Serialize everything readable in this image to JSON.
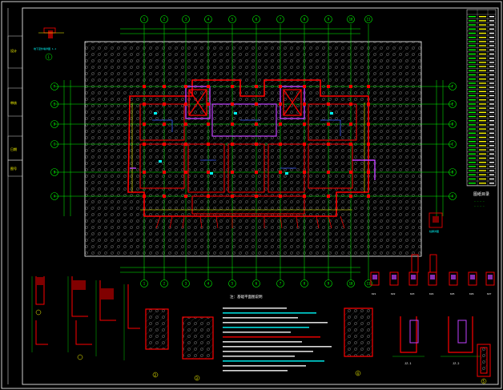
{
  "drawing": {
    "background": "#000000",
    "colors": {
      "frame": "#e0e0e0",
      "grid": "#00ff00",
      "wall": "#ff0000",
      "column": "#ff0000",
      "dim": "#00ff00",
      "hatch": "#8a8a8a",
      "purple": "#c040ff",
      "yellow": "#ffff00",
      "cyan": "#00ffff",
      "blue": "#3a5cff",
      "white": "#ffffff"
    },
    "axis_top": [
      "1",
      "2",
      "3",
      "4",
      "5",
      "6",
      "7",
      "8",
      "9",
      "10",
      "11"
    ],
    "axis_bottom": [
      "1",
      "2",
      "3",
      "4",
      "5",
      "6",
      "7",
      "8",
      "9",
      "10",
      "11"
    ],
    "axis_left": [
      "F",
      "E",
      "D",
      "C",
      "B",
      "A"
    ],
    "axis_right": [
      "F",
      "E",
      "D",
      "C",
      "B",
      "A"
    ],
    "title_block_heading": "图纸目录",
    "notes_title": "注：基础平面图说明",
    "detail_marks": [
      "1",
      "2",
      "3",
      "4",
      "5"
    ]
  }
}
